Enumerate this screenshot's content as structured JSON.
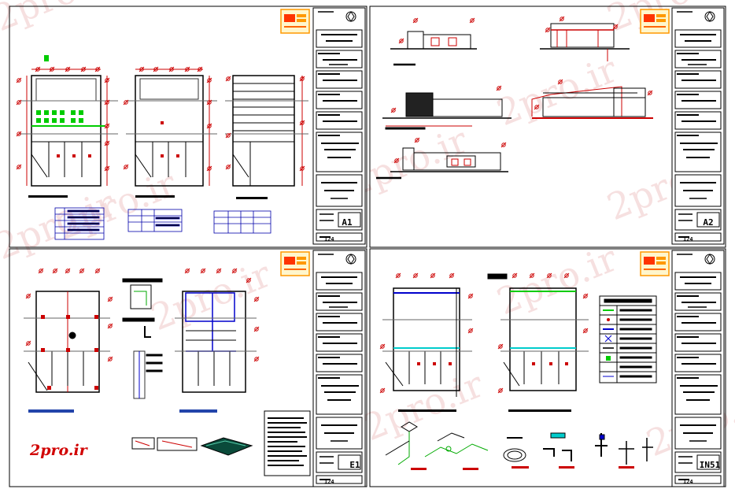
{
  "sheets": [
    {
      "id": "A1",
      "label": "A1",
      "number": "124"
    },
    {
      "id": "A2",
      "label": "A2",
      "number": "124"
    },
    {
      "id": "E1",
      "label": "E1",
      "number": "124"
    },
    {
      "id": "IN51",
      "label": "IN51",
      "number": "124"
    }
  ],
  "watermark": {
    "text": "2pro.ir"
  },
  "logo": {
    "text": "2pro.ir"
  },
  "colors": {
    "line": "#000000",
    "dim": "#cc0000",
    "accent_green": "#00cc00",
    "accent_blue": "#0000cc",
    "cyan": "#00cccc"
  }
}
